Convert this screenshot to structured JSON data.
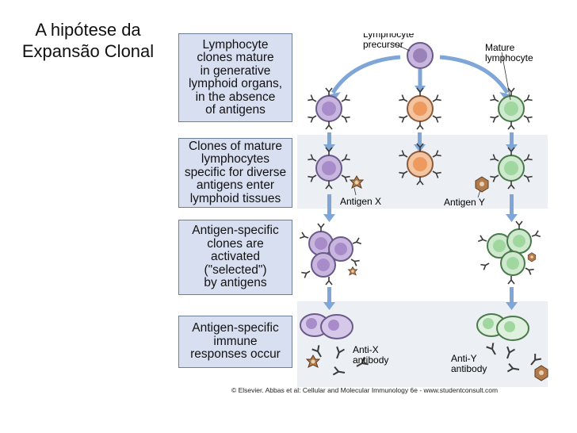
{
  "slide": {
    "title_line1": "A hipótese da",
    "title_line2": "Expansão Clonal"
  },
  "steps": [
    {
      "text": "Lymphocyte\nclones mature\nin generative\nlymphoid organs,\nin the absence\nof antigens"
    },
    {
      "text": "Clones of mature\nlymphocytes\nspecific for diverse\nantigens enter\nlymphoid tissues"
    },
    {
      "text": "Antigen-specific\nclones are\nactivated\n(\"selected\")\nby antigens"
    },
    {
      "text": "Antigen-specific\nimmune\nresponses occur"
    }
  ],
  "labels": {
    "precursor_line1": "Lymphocyte",
    "precursor_line2": "precursor",
    "mature_line1": "Mature",
    "mature_line2": "lymphocyte",
    "antigen_x": "Antigen X",
    "antigen_y": "Antigen Y",
    "anti_x_line1": "Anti-X",
    "anti_x_line2": "antibody",
    "anti_y_line1": "Anti-Y",
    "anti_y_line2": "antibody"
  },
  "credit": "© Elsevier. Abbas et al: Cellular and Molecular Immunology 6e - www.studentconsult.com",
  "colors": {
    "purple_cell": "#b39bd1",
    "orange_cell": "#ee9a5f",
    "green_cell": "#9fd79f",
    "box_fill": "#d8dff0",
    "arrow": "#7fa6d6",
    "antigen": "#b07a4a"
  }
}
